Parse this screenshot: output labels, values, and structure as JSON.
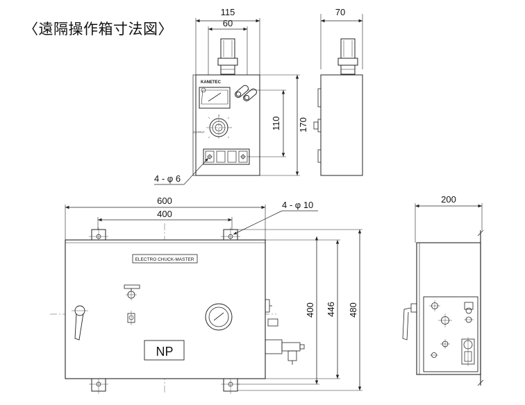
{
  "title": "〈遠隔操作箱寸法図〉",
  "remote_box": {
    "front": {
      "brand": "KANETEC",
      "small_label": "OUTPUT",
      "dims": {
        "width": "115",
        "inner_width": "60",
        "height": "170",
        "inner_height": "110",
        "holes": "4 - φ 6"
      }
    },
    "side": {
      "dims": {
        "depth": "70"
      }
    }
  },
  "controller": {
    "front": {
      "nameplate": "ELECTRO CHUCK-MASTER",
      "np_label": "NP",
      "dims": {
        "width": "600",
        "inner_width": "400",
        "holes": "4 - φ 10",
        "height_inner": "400",
        "height_mid": "446",
        "height_total": "480"
      }
    },
    "side": {
      "dims": {
        "depth": "200"
      }
    }
  },
  "colors": {
    "line": "#222222",
    "panel_fill": "#ffffff"
  }
}
